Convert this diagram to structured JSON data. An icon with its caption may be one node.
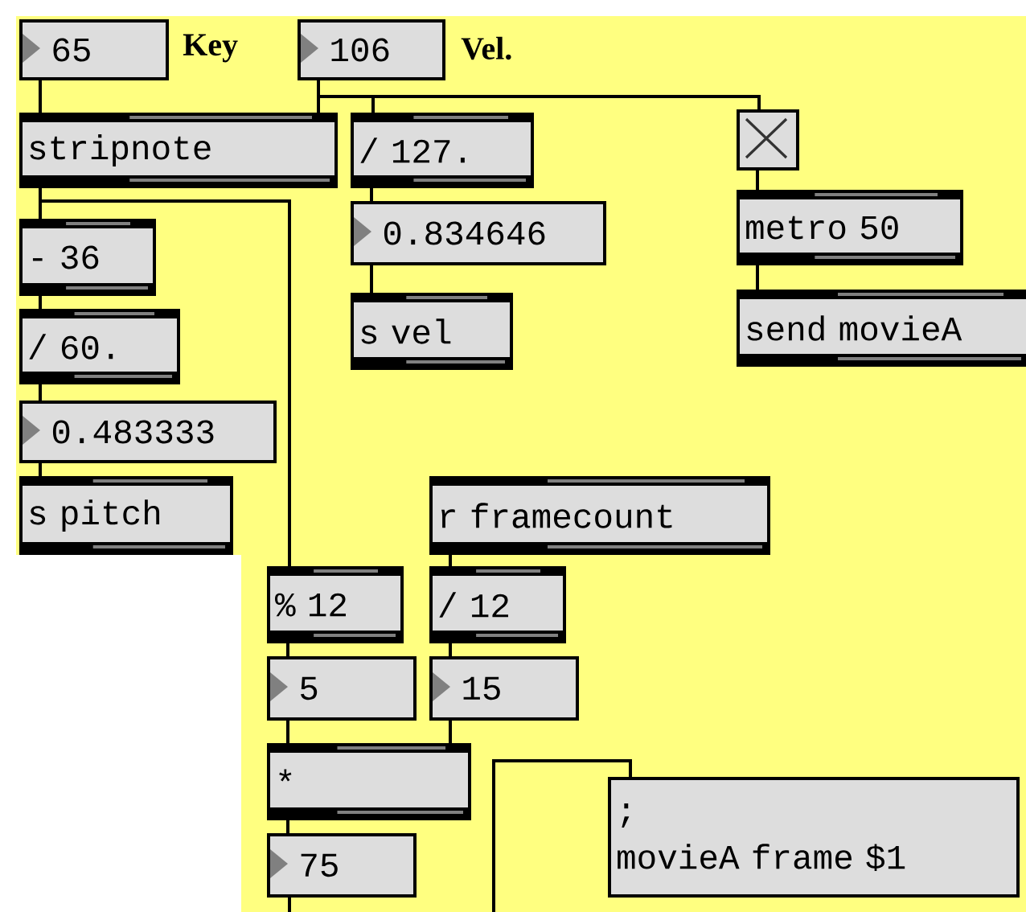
{
  "diagram": {
    "nodes": [
      {
        "text": [
          "65"
        ]
      },
      {
        "text": [
          "106"
        ]
      },
      {
        "text": [
          "stripnote"
        ]
      },
      {
        "text": [
          "/ 127."
        ]
      },
      {
        "text": [],
        "shape": "box"
      },
      {
        "text": [
          "0.834646"
        ]
      },
      {
        "text": [
          "metro 50"
        ]
      },
      {
        "text": [
          "s vel"
        ]
      },
      {
        "text": [
          "send movieA"
        ]
      },
      {
        "text": [
          "- 36"
        ]
      },
      {
        "text": [
          "/ 60."
        ]
      },
      {
        "text": [
          "0.483333"
        ]
      },
      {
        "text": [
          "s pitch"
        ]
      },
      {
        "text": [
          "r framecount"
        ]
      },
      {
        "text": [
          "% 12"
        ]
      },
      {
        "text": [
          "/ 12"
        ]
      },
      {
        "text": [
          "5"
        ]
      },
      {
        "text": [
          "15"
        ]
      },
      {
        "text": [
          "*"
        ]
      },
      {
        "text": [
          ";",
          "movieA frame $1"
        ]
      },
      {
        "text": [
          "75"
        ]
      }
    ],
    "edges": [
      {
        "from": 0,
        "to": 2,
        "arrow": "none"
      },
      {
        "from": 1,
        "to": 2,
        "arrow": "none"
      },
      {
        "from": 1,
        "to": 3,
        "arrow": "none"
      },
      {
        "from": 1,
        "to": 4,
        "arrow": "none"
      },
      {
        "from": 2,
        "to": 9,
        "arrow": "none"
      },
      {
        "from": 2,
        "to": 14,
        "arrow": "none"
      },
      {
        "from": 3,
        "to": 5,
        "arrow": "none"
      },
      {
        "from": 5,
        "to": 7,
        "arrow": "none"
      },
      {
        "from": 4,
        "to": 6,
        "arrow": "none"
      },
      {
        "from": 6,
        "to": 8,
        "arrow": "none"
      },
      {
        "from": 9,
        "to": 10,
        "arrow": "none"
      },
      {
        "from": 10,
        "to": 11,
        "arrow": "none"
      },
      {
        "from": 11,
        "to": 12,
        "arrow": "none"
      },
      {
        "from": 13,
        "to": 15,
        "arrow": "none"
      },
      {
        "from": 14,
        "to": 16,
        "arrow": "none"
      },
      {
        "from": 15,
        "to": 17,
        "arrow": "none"
      },
      {
        "from": 16,
        "to": 18,
        "arrow": "none"
      },
      {
        "from": 17,
        "to": 18,
        "arrow": "none"
      },
      {
        "from": 18,
        "to": 20,
        "arrow": "none"
      },
      {
        "from": 20,
        "to": null,
        "arrow": "none"
      },
      {
        "from": null,
        "to": 19,
        "arrow": "none"
      }
    ],
    "labels": [
      "Key",
      "Vel."
    ]
  }
}
